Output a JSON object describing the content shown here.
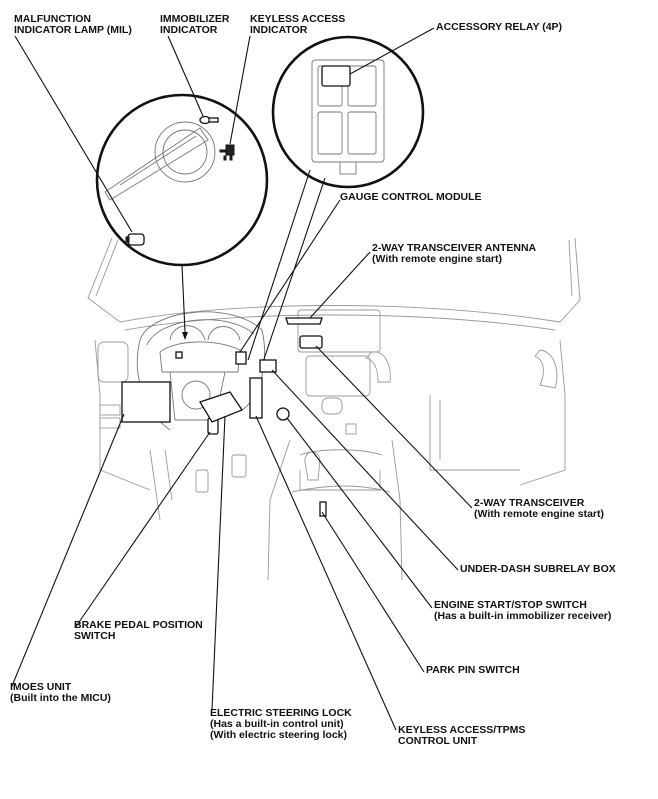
{
  "labels": {
    "mil_1": "MALFUNCTION",
    "mil_2": "INDICATOR LAMP (MIL)",
    "immobilizer_1": "IMMOBILIZER",
    "immobilizer_2": "INDICATOR",
    "keyless_ind_1": "KEYLESS ACCESS",
    "keyless_ind_2": "INDICATOR",
    "accessory_relay": "ACCESSORY RELAY (4P)",
    "gauge_module": "GAUGE CONTROL MODULE",
    "antenna_1": "2-WAY TRANSCEIVER ANTENNA",
    "antenna_2": "(With remote engine start)",
    "transceiver_1": "2-WAY TRANSCEIVER",
    "transceiver_2": "(With remote engine start)",
    "subrelay_box": "UNDER-DASH SUBRELAY BOX",
    "start_switch_1": "ENGINE START/STOP SWITCH",
    "start_switch_2": "(Has a built-in immobilizer receiver)",
    "brake_switch_1": "BRAKE PEDAL POSITION",
    "brake_switch_2": "SWITCH",
    "park_pin": "PARK PIN SWITCH",
    "imoes_1": "IMOES UNIT",
    "imoes_2": "(Built into the MICU)",
    "steering_lock_1": "ELECTRIC STEERING LOCK",
    "steering_lock_2": "(Has a built-in control unit)",
    "steering_lock_3": "(With electric steering lock)",
    "keyless_unit_1": "KEYLESS ACCESS/TPMS",
    "keyless_unit_2": "CONTROL UNIT"
  }
}
